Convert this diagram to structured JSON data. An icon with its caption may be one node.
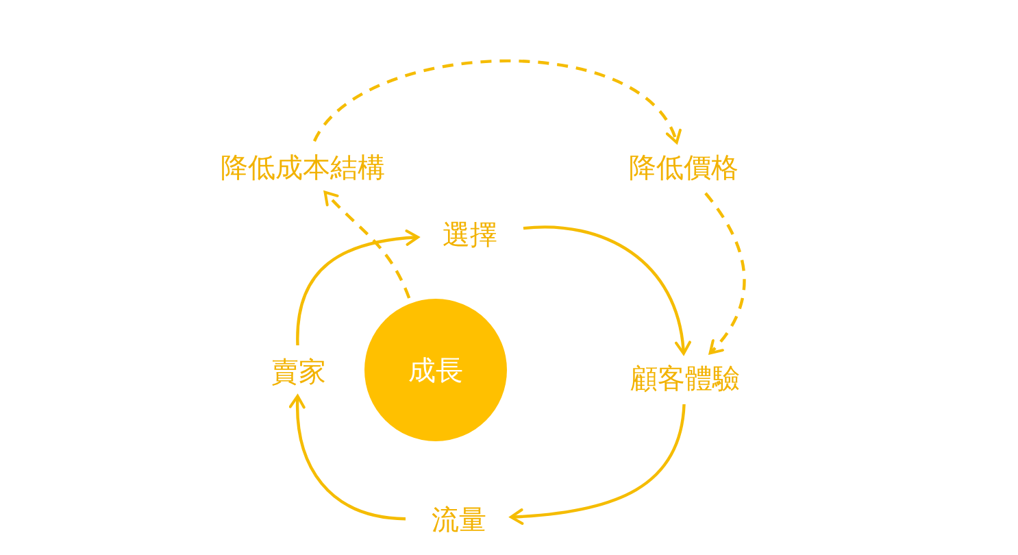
{
  "diagram": {
    "nodes": [
      {
        "text": [
          "成長"
        ]
      },
      {
        "text": [
          "選擇"
        ]
      },
      {
        "text": [
          "顧客體驗"
        ]
      },
      {
        "text": [
          "流量"
        ]
      },
      {
        "text": [
          "賣家"
        ]
      },
      {
        "text": [
          "降低成本結構"
        ]
      },
      {
        "text": [
          "降低價格"
        ]
      }
    ],
    "edges": [
      {
        "from": 1,
        "to": 2,
        "arrow": "to"
      },
      {
        "from": 2,
        "to": 3,
        "arrow": "to"
      },
      {
        "from": 3,
        "to": 4,
        "arrow": "to"
      },
      {
        "from": 4,
        "to": 1,
        "arrow": "to"
      },
      {
        "from": 5,
        "to": 6,
        "arrow": "to",
        "style": "dashed"
      },
      {
        "from": 6,
        "to": 2,
        "arrow": "to",
        "style": "dashed"
      },
      {
        "from": 0,
        "to": 5,
        "arrow": "to",
        "style": "dashed"
      }
    ]
  }
}
